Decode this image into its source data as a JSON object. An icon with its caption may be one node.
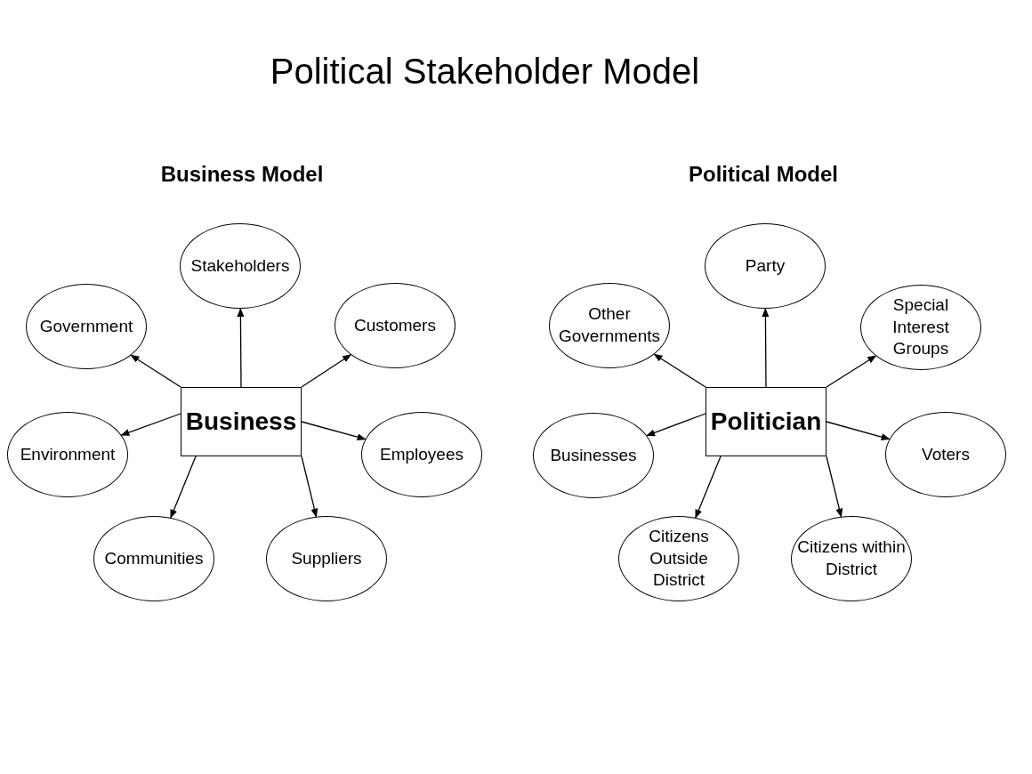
{
  "diagram": {
    "title": "Political Stakeholder Model",
    "nodes": [
      {
        "text": [
          "Business"
        ]
      },
      {
        "text": [
          "Stakeholders"
        ]
      },
      {
        "text": [
          "Government"
        ]
      },
      {
        "text": [
          "Customers"
        ]
      },
      {
        "text": [
          "Environment"
        ]
      },
      {
        "text": [
          "Employees"
        ]
      },
      {
        "text": [
          "Communities"
        ]
      },
      {
        "text": [
          "Suppliers"
        ]
      },
      {
        "text": [
          "Politician"
        ]
      },
      {
        "text": [
          "Party"
        ]
      },
      {
        "text": [
          "Other Governments"
        ]
      },
      {
        "text": [
          "Special Interest Groups"
        ]
      },
      {
        "text": [
          "Businesses"
        ]
      },
      {
        "text": [
          "Voters"
        ]
      },
      {
        "text": [
          "Citizens Outside District"
        ]
      },
      {
        "text": [
          "Citizens within District"
        ]
      }
    ],
    "edges": [
      {
        "from": 0,
        "to": 1,
        "arrow": "to"
      },
      {
        "from": 0,
        "to": 2,
        "arrow": "to"
      },
      {
        "from": 0,
        "to": 3,
        "arrow": "to"
      },
      {
        "from": 0,
        "to": 4,
        "arrow": "to"
      },
      {
        "from": 0,
        "to": 5,
        "arrow": "to"
      },
      {
        "from": 0,
        "to": 6,
        "arrow": "to"
      },
      {
        "from": 0,
        "to": 7,
        "arrow": "to"
      },
      {
        "from": 8,
        "to": 9,
        "arrow": "to"
      },
      {
        "from": 8,
        "to": 10,
        "arrow": "to"
      },
      {
        "from": 8,
        "to": 11,
        "arrow": "to"
      },
      {
        "from": 8,
        "to": 12,
        "arrow": "to"
      },
      {
        "from": 8,
        "to": 13,
        "arrow": "to"
      },
      {
        "from": 8,
        "to": 14,
        "arrow": "to"
      },
      {
        "from": 8,
        "to": 15,
        "arrow": "to"
      }
    ],
    "labels": [
      "Business Model",
      "Political Model"
    ]
  }
}
